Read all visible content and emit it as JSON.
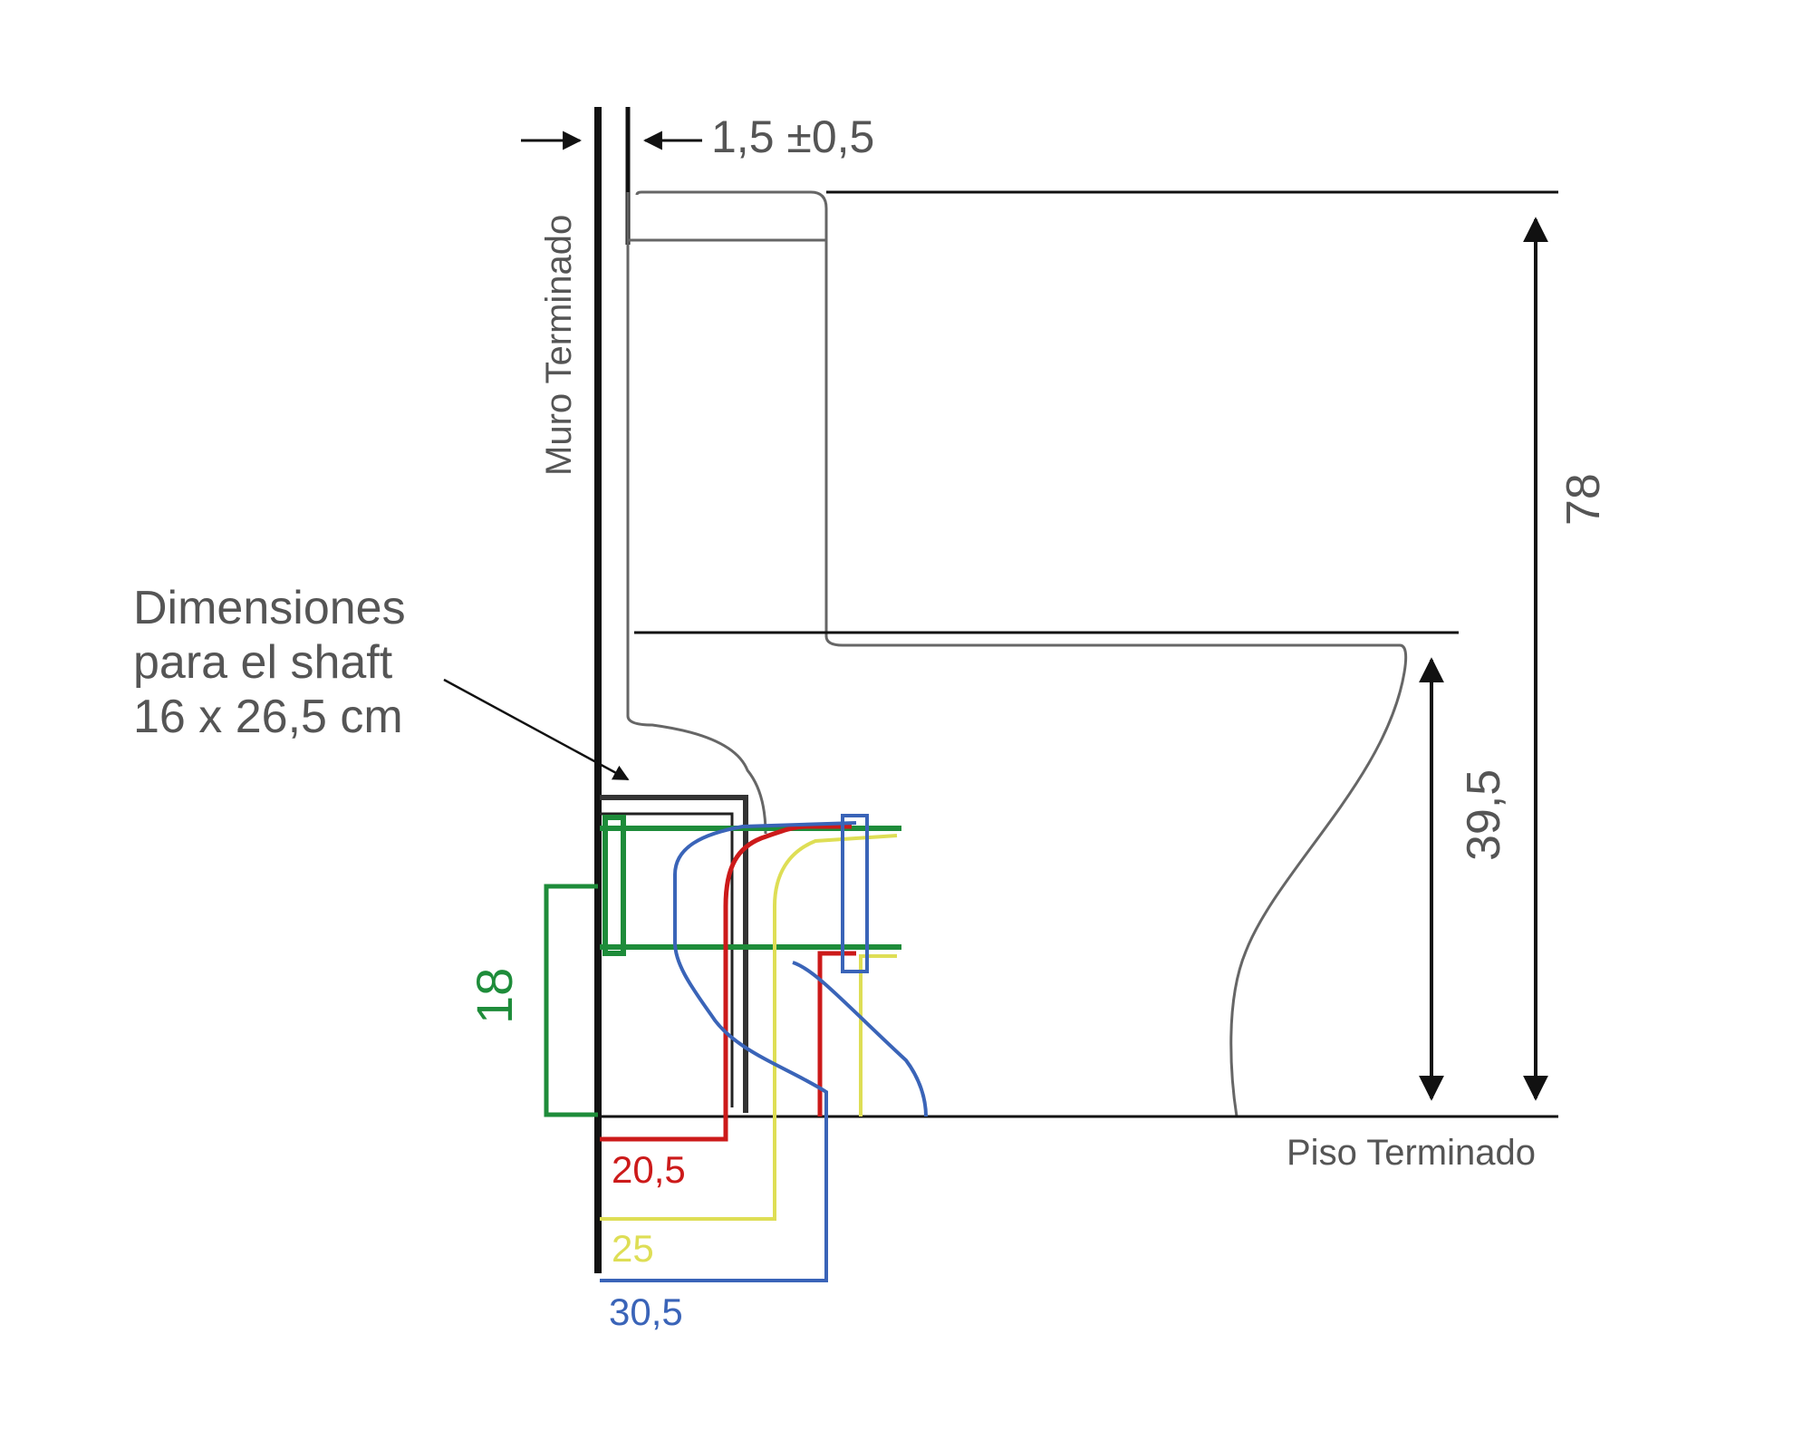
{
  "labels": {
    "wall_clearance": "1,5 ±0,5",
    "wall": "Muro Terminado",
    "floor": "Piso Terminado",
    "total_height": "78",
    "seat_height": "39,5",
    "shaft_line1": "Dimensiones",
    "shaft_line2": "para el shaft",
    "shaft_line3": "16 x 26,5 cm",
    "drain_height": "18",
    "rough_in_red": "20,5",
    "rough_in_yellow": "25",
    "rough_in_blue": "30,5"
  },
  "colors": {
    "line": "#111111",
    "outline": "#666666",
    "red": "#cc1a1a",
    "yellow": "#dede55",
    "blue": "#3a64b8",
    "green": "#1e8c3a",
    "label_gray": "#555555"
  }
}
